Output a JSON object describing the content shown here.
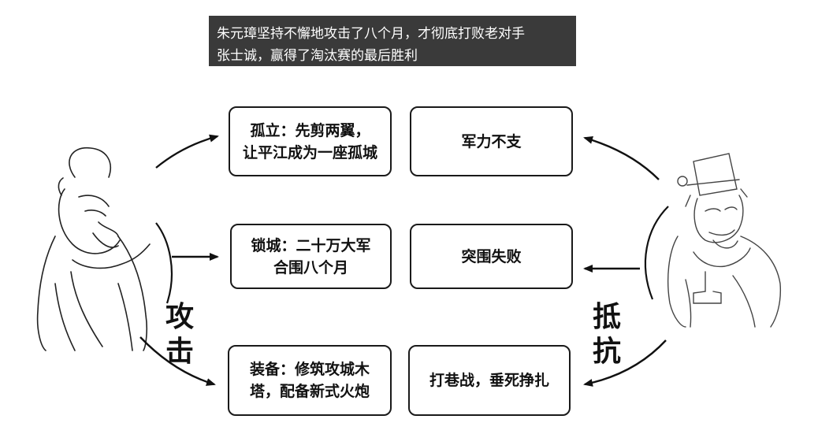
{
  "caption": {
    "line1": "朱元璋坚持不懈地攻击了八个月，才彻底打败老对手",
    "line2": "张士诚，赢得了淘汰赛的最后胜利"
  },
  "left": {
    "label_char1": "攻",
    "label_char2": "击",
    "boxes": [
      "孤立：先剪两翼，\n让平江成为一座孤城",
      "锁城：二十万大军\n合围八个月",
      "装备：修筑攻城木\n塔，配备新式火炮"
    ]
  },
  "right": {
    "label_char1": "抵",
    "label_char2": "抗",
    "boxes": [
      "军力不支",
      "突围失败",
      "打巷战，垂死挣扎"
    ]
  }
}
